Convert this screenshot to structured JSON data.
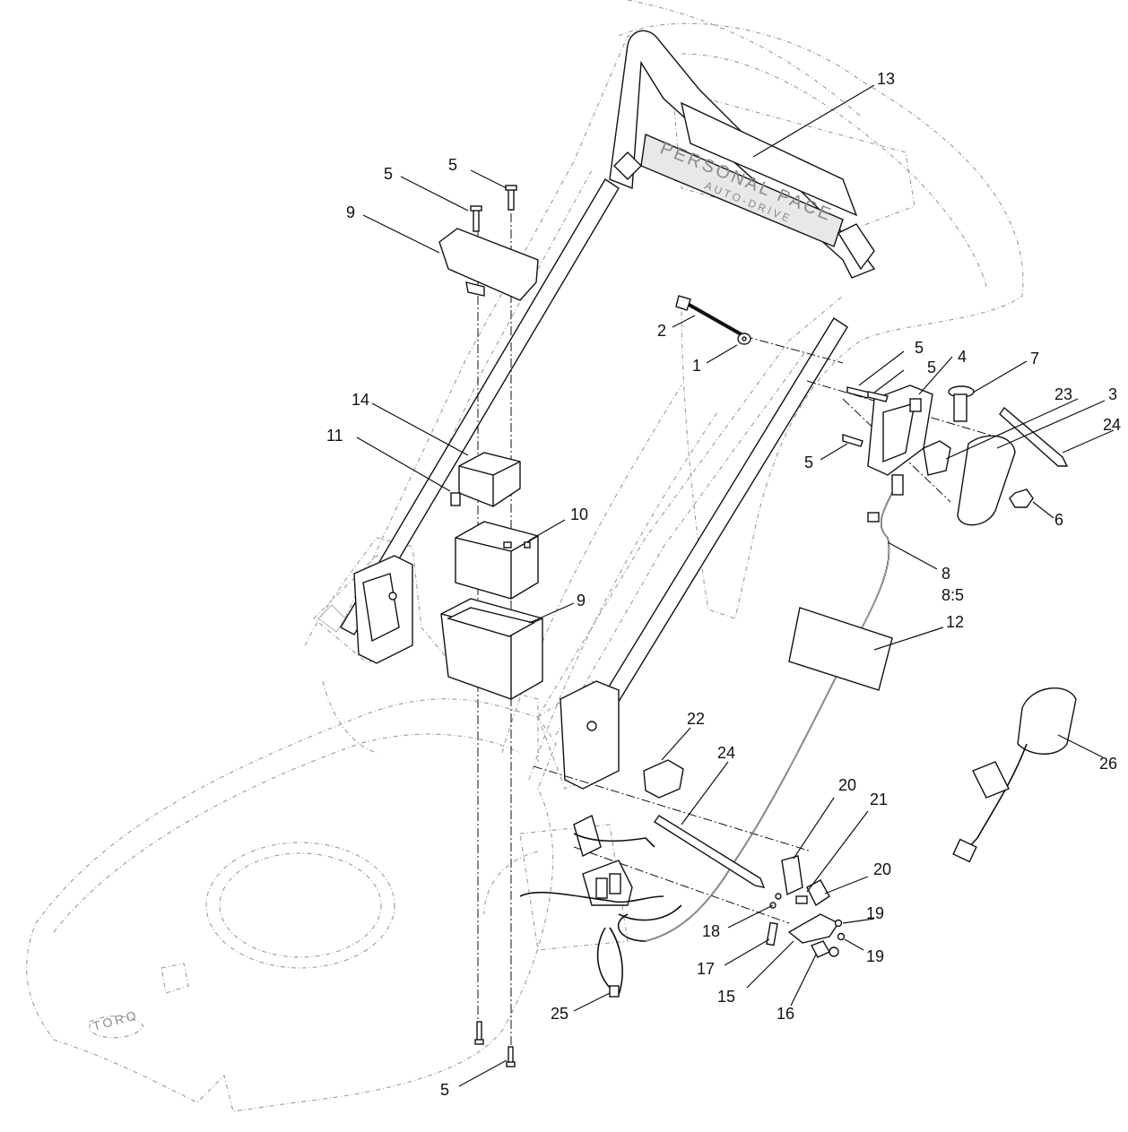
{
  "decal_text": {
    "handle_decal_line1": "PERSONAL PACE",
    "handle_decal_line2": "AUTO-DRIVE",
    "deck_logo": "TORO"
  },
  "callouts": [
    {
      "id": "c13a",
      "label": "13"
    },
    {
      "id": "c5a",
      "label": "5"
    },
    {
      "id": "c5b",
      "label": "5"
    },
    {
      "id": "c9a",
      "label": "9"
    },
    {
      "id": "c2",
      "label": "2"
    },
    {
      "id": "c1",
      "label": "1"
    },
    {
      "id": "c5c",
      "label": "5"
    },
    {
      "id": "c5d",
      "label": "5"
    },
    {
      "id": "c4",
      "label": "4"
    },
    {
      "id": "c7",
      "label": "7"
    },
    {
      "id": "c23",
      "label": "23"
    },
    {
      "id": "c3",
      "label": "3"
    },
    {
      "id": "c24a",
      "label": "24"
    },
    {
      "id": "c14",
      "label": "14"
    },
    {
      "id": "c11",
      "label": "11"
    },
    {
      "id": "c5e",
      "label": "5"
    },
    {
      "id": "c6",
      "label": "6"
    },
    {
      "id": "c10",
      "label": "10"
    },
    {
      "id": "c8",
      "label": "8"
    },
    {
      "id": "c85",
      "label": "8:5"
    },
    {
      "id": "c9b",
      "label": "9"
    },
    {
      "id": "c12",
      "label": "12"
    },
    {
      "id": "c22",
      "label": "22"
    },
    {
      "id": "c24b",
      "label": "24"
    },
    {
      "id": "c26",
      "label": "26"
    },
    {
      "id": "c20a",
      "label": "20"
    },
    {
      "id": "c21",
      "label": "21"
    },
    {
      "id": "c20b",
      "label": "20"
    },
    {
      "id": "c19a",
      "label": "19"
    },
    {
      "id": "c18",
      "label": "18"
    },
    {
      "id": "c19b",
      "label": "19"
    },
    {
      "id": "c17",
      "label": "17"
    },
    {
      "id": "c15",
      "label": "15"
    },
    {
      "id": "c16",
      "label": "16"
    },
    {
      "id": "c25",
      "label": "25"
    },
    {
      "id": "c5f",
      "label": "5"
    }
  ]
}
